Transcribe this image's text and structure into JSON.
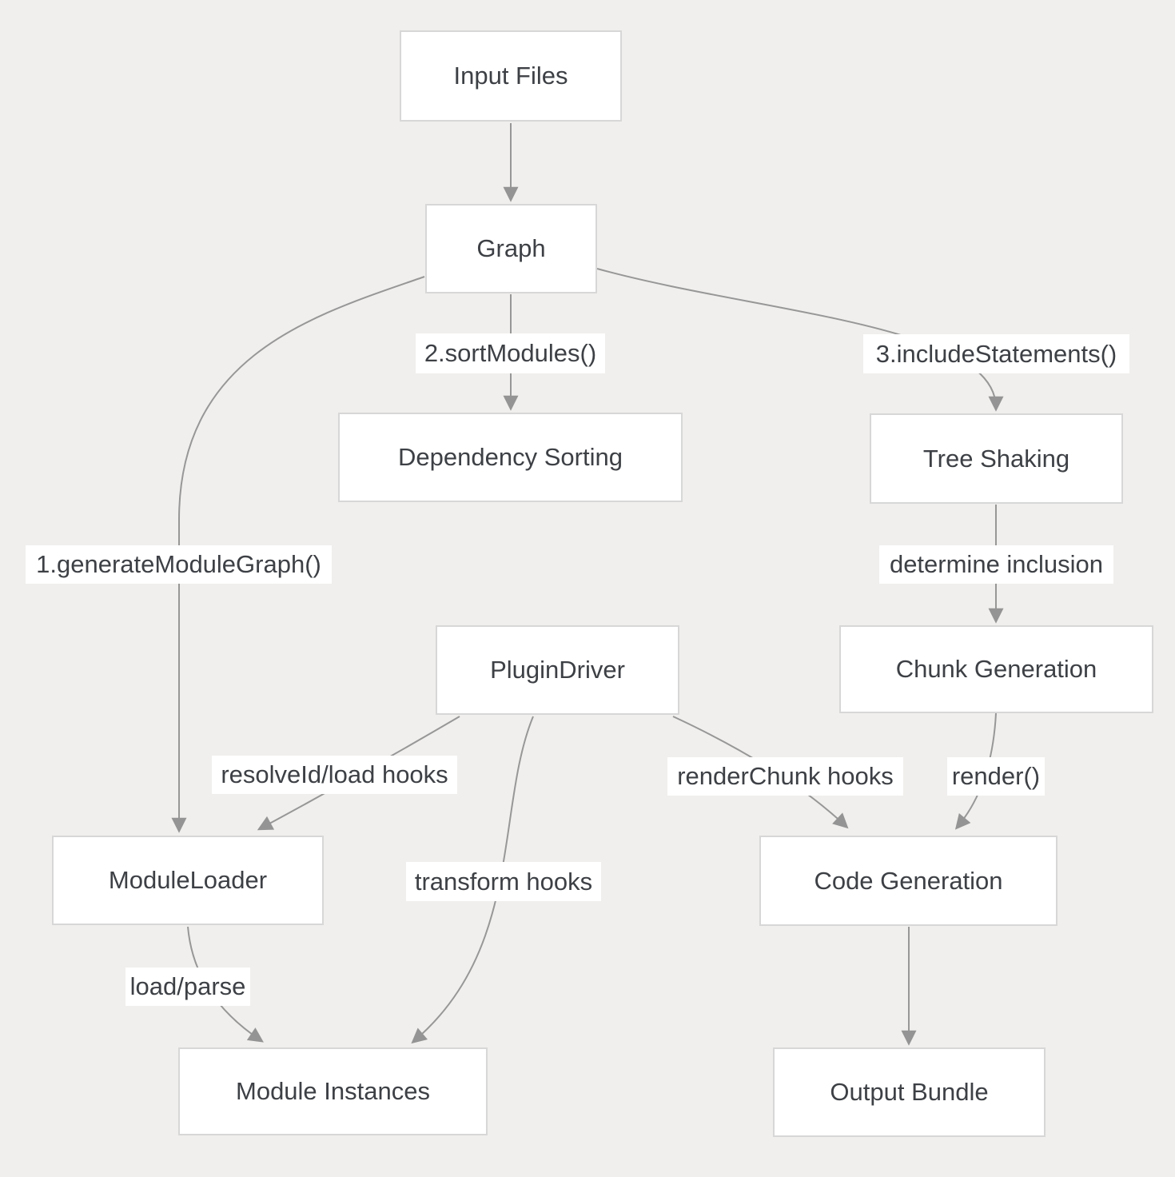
{
  "diagram": {
    "colors": {
      "background": "#f0efed",
      "node_fill": "#ffffff",
      "node_border": "#d7d7d7",
      "text": "#3d4045",
      "edge": "#979797"
    },
    "nodes": {
      "input_files": {
        "label": "Input Files"
      },
      "graph": {
        "label": "Graph"
      },
      "dependency_sorting": {
        "label": "Dependency Sorting"
      },
      "tree_shaking": {
        "label": "Tree Shaking"
      },
      "plugin_driver": {
        "label": "PluginDriver"
      },
      "chunk_generation": {
        "label": "Chunk Generation"
      },
      "module_loader": {
        "label": "ModuleLoader"
      },
      "module_instances": {
        "label": "Module Instances"
      },
      "code_generation": {
        "label": "Code Generation"
      },
      "output_bundle": {
        "label": "Output Bundle"
      }
    },
    "edge_labels": {
      "generate_module_graph": "1.generateModuleGraph()",
      "sort_modules": "2.sortModules()",
      "include_statements": "3.includeStatements()",
      "determine_inclusion": "determine inclusion",
      "resolveid_load_hooks": "resolveId/load hooks",
      "transform_hooks": "transform hooks",
      "render_chunk_hooks": "renderChunk hooks",
      "render": "render()",
      "load_parse": "load/parse"
    },
    "edges": [
      {
        "from": "Input Files",
        "to": "Graph",
        "label": ""
      },
      {
        "from": "Graph",
        "to": "Dependency Sorting",
        "label": "2.sortModules()"
      },
      {
        "from": "Graph",
        "to": "Tree Shaking",
        "label": "3.includeStatements()"
      },
      {
        "from": "Graph",
        "to": "ModuleLoader",
        "label": "1.generateModuleGraph()"
      },
      {
        "from": "Tree Shaking",
        "to": "Chunk Generation",
        "label": "determine inclusion"
      },
      {
        "from": "PluginDriver",
        "to": "ModuleLoader",
        "label": "resolveId/load hooks"
      },
      {
        "from": "PluginDriver",
        "to": "Module Instances",
        "label": "transform hooks"
      },
      {
        "from": "PluginDriver",
        "to": "Code Generation",
        "label": "renderChunk hooks"
      },
      {
        "from": "Chunk Generation",
        "to": "Code Generation",
        "label": "render()"
      },
      {
        "from": "ModuleLoader",
        "to": "Module Instances",
        "label": "load/parse"
      },
      {
        "from": "Code Generation",
        "to": "Output Bundle",
        "label": ""
      }
    ]
  }
}
